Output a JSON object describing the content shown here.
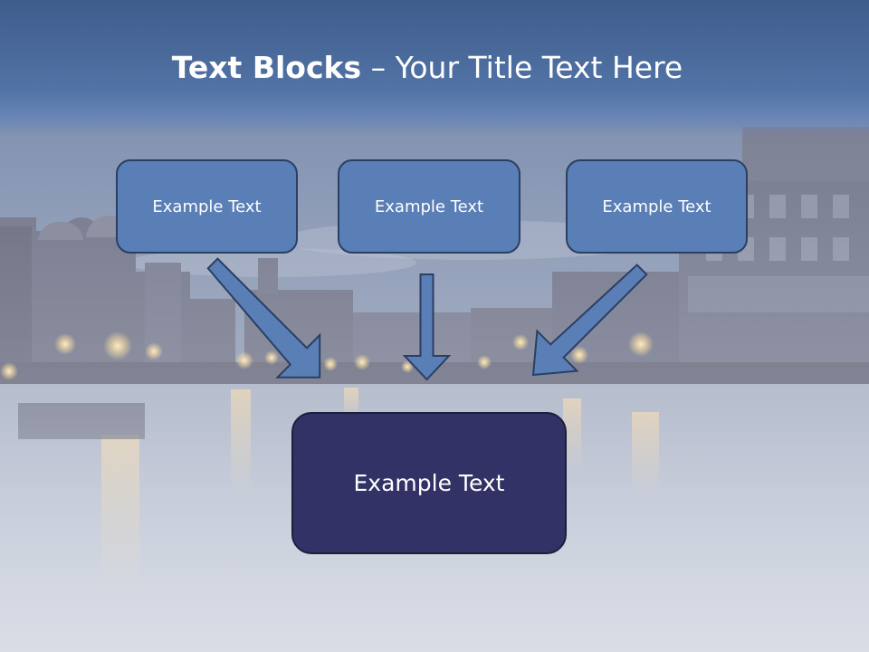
{
  "slide": {
    "title_bold": "Text Blocks",
    "title_rest": " – Your Title Text Here",
    "boxes": [
      {
        "label": "Example Text"
      },
      {
        "label": "Example Text"
      },
      {
        "label": "Example Text"
      }
    ],
    "target_box": {
      "label": "Example Text"
    }
  },
  "colors": {
    "title_band": "#4f6fa4",
    "box_fill": "#5a7eb6",
    "box_border": "#2b3f63",
    "target_fill": "#323266",
    "arrow_fill": "#5a7eb6"
  }
}
